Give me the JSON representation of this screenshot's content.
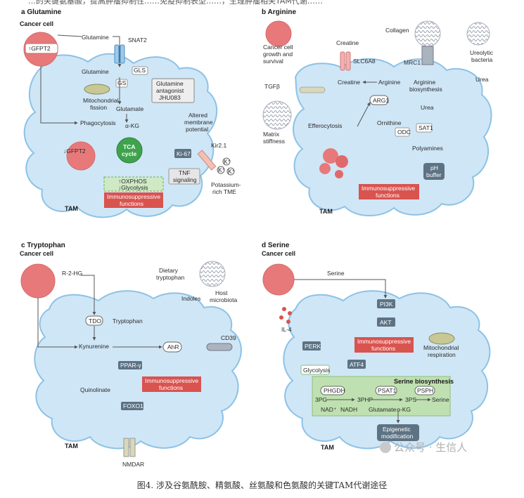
{
  "top_cut_text": "…的关键氨基酸，提高肿瘤抑制性……免疫抑制表型……，生理肿瘤相关TAM代谢……",
  "caption": "图4. 涉及谷氨酰胺、精氨酸、丝氨酸和色氨酸的关键TAM代谢途径",
  "watermark": "公众号 · 生信人",
  "colors": {
    "cell": "#cfe6f6",
    "cell_border": "#8cc2e6",
    "red_box": "#d9534f",
    "green_box": "#bfe0b0",
    "dark_pill": "#5d7384",
    "tumor": "#e8797a"
  },
  "panels": {
    "a": {
      "letter": "a",
      "title": "Glutamine",
      "cancer_cell": "Cancer cell",
      "gfpt2_up": "↑GFPT2",
      "gfpt2_down": "↓GFPT2",
      "glutamine_out": "Glutamine",
      "snat2": "SNAT2",
      "glutamine_in": "Glutamine",
      "gs": "GS",
      "gls": "GLS",
      "mito": "Mitochondrial",
      "fission": "fission",
      "glutamate": "Glutamate",
      "akg": "α-KG",
      "phago": "Phagocytosis",
      "tca1": "TCA",
      "tca2": "cycle",
      "antagonist1": "Glutamine",
      "antagonist2": "antagonist",
      "antagonist3": "JHU083",
      "altered1": "Altered",
      "altered2": "membrane",
      "altered3": "potential",
      "ki67": "Ki-67",
      "tnf1": "TNF",
      "tnf2": "signaling",
      "oxphos": "↑OXPHOS",
      "glycolysis": "↓Glycolysis",
      "immuno1": "Immunosuppressive",
      "immuno2": "functions",
      "kir": "Kir2.1",
      "k": "K⁺",
      "pot1": "Potassium-",
      "pot2": "rich TME",
      "tam": "TAM"
    },
    "b": {
      "letter": "b",
      "title": "Arginine",
      "cancer1": "Cancer cell",
      "cancer2": "growth and",
      "cancer3": "survival",
      "creatine_top": "Creatine",
      "slc": "SLC6A8",
      "collagen": "Collagen",
      "mrc1": "MRC1",
      "urea1": "Ureolytic",
      "urea2": "bacteria",
      "urea_out": "Urea",
      "tgfb": "TGFβ",
      "creatine_in": "Creatine",
      "arginine": "Arginine",
      "argbio1": "Arginine",
      "argbio2": "biosynthesis",
      "arg1": "ARG1",
      "matrix1": "Matrix",
      "matrix2": "stiffness",
      "efferocytosis": "Efferocytosis",
      "urea_in": "Urea",
      "sat1": "SAT1",
      "ornithine": "Ornithine",
      "odc": "ODC",
      "polyamines": "Polyamines",
      "ph1": "pH",
      "ph2": "buffer",
      "immuno1": "Immunosuppressive",
      "immuno2": "functions",
      "tam": "TAM"
    },
    "c": {
      "letter": "c",
      "title": "Tryptophan",
      "cancer_cell": "Cancer cell",
      "r2hg": "R-2-HG",
      "diet1": "Dietary",
      "diet2": "tryptophan",
      "host1": "Host",
      "host2": "microbiota",
      "indoles": "Indoles",
      "tdo": "TDO",
      "tryptophan": "Tryptophan",
      "kynurenine": "Kynurenine",
      "ahr": "AhR",
      "cd39": "CD39",
      "ppar": "PPAR-γ",
      "immuno1": "Immunosuppressive",
      "immuno2": "functions",
      "quinolinate": "Quinolinate",
      "foxo1": "FOXO1",
      "nmdar": "NMDAR",
      "tam": "TAM"
    },
    "d": {
      "letter": "d",
      "title": "Serine",
      "cancer_cell": "Cancer cell",
      "serine_out": "Serine",
      "pi3k": "PI3K",
      "il4": "IL-4",
      "akt": "AKT",
      "perk": "PERK",
      "atf4": "ATF4",
      "immuno1": "Immunosuppressive",
      "immuno2": "functions",
      "mito1": "Mitochondrial",
      "mito2": "respiration",
      "glycolysis": "Glycolysis",
      "serine_bio": "Serine biosynthesis",
      "phgdh": "PHGDH",
      "psat1": "PSAT1",
      "psph": "PSPH",
      "pg3": "3PG",
      "php3": "3PHP",
      "ps3": "3PS",
      "serine_in": "Serine",
      "nad": "NAD⁺",
      "nadh": "NADH",
      "glutamate": "Glutamate",
      "akg": "α-KG",
      "epi1": "Epigenetic",
      "epi2": "modification",
      "tam": "TAM"
    }
  }
}
